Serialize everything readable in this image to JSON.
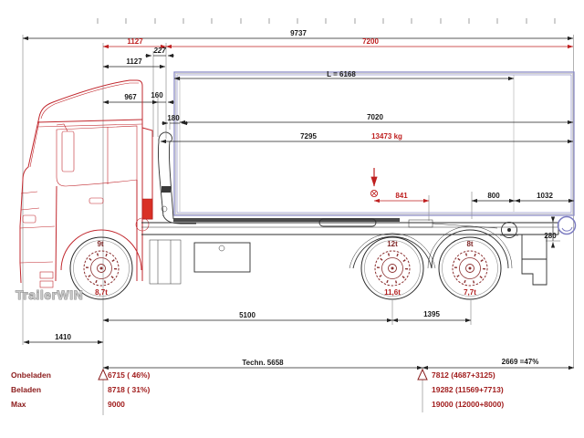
{
  "watermark": "TrailerWIN",
  "dimensions": {
    "overall_length": "9737",
    "front_module_red": "1127",
    "body_red": "7200",
    "front_module": "1127",
    "gap_227": "227",
    "cab_967": "967",
    "gap_160": "160",
    "wall_180": "180",
    "container_L": "L = 6168",
    "inner_7020": "7020",
    "hook_7295": "7295",
    "payload": "13473 kg",
    "cg_841": "841",
    "rear_800": "800",
    "rear_1032": "1032",
    "height_280": "280",
    "wheelbase": "5100",
    "bogie": "1395",
    "front_overhang": "1410",
    "tech_wheelbase": "Techn. 5658",
    "rear_overhang": "2669 =47%"
  },
  "axle_loads": {
    "front_capacity": "9t",
    "front_load": "8,7t",
    "rear1_capacity": "12t",
    "rear1_load": "11,6t",
    "rear2_capacity": "8t",
    "rear2_load": "7,7t"
  },
  "weight_table": {
    "rows": [
      {
        "label": "Onbeladen",
        "front_axle": "6715 ( 46%)",
        "rear_axle": "7812 (4687+3125)"
      },
      {
        "label": "Beladen",
        "front_axle": "8718 ( 31%)",
        "rear_axle": "19282 (11569+7713)"
      },
      {
        "label": "Max",
        "front_axle": "9000",
        "rear_axle": "19000 (12000+8000)"
      }
    ]
  },
  "colors": {
    "drawing_red": "#c1272d",
    "dimension_red": "#bf1f1f",
    "table_red": "#8b1a1a",
    "container_purple": "#8d8dc6"
  }
}
